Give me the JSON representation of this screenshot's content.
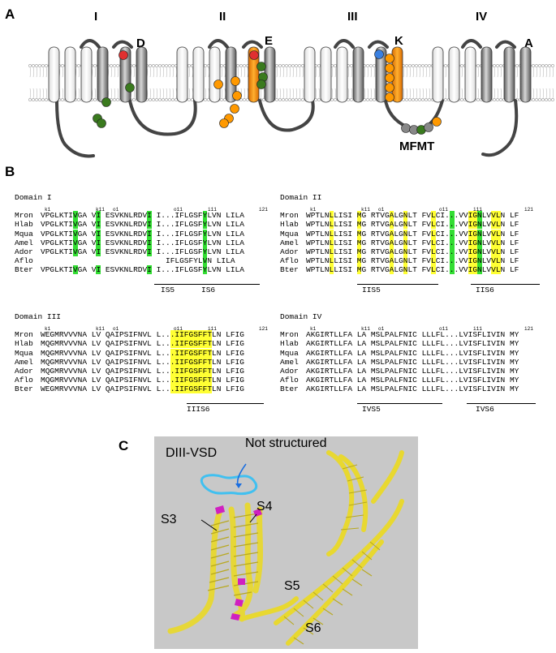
{
  "figure": {
    "panels": {
      "a": "A",
      "b": "B",
      "c": "C"
    }
  },
  "panel_a": {
    "domains": [
      "I",
      "II",
      "III",
      "IV"
    ],
    "pore_letters": [
      "D",
      "E",
      "K",
      "A"
    ],
    "motif": "MFMT",
    "colors": {
      "green": "#3a7a1e",
      "orange": "#ff9900",
      "red": "#e03030",
      "blue": "#3a80e0",
      "helix_dark": "#8a8a8a",
      "helix_light": "#f4f4f4"
    }
  },
  "panel_b": {
    "blocks": [
      {
        "title": "Domain I",
        "positions": [
          "k1",
          "k11",
          "o1",
          "o11",
          "i11",
          "i21"
        ],
        "rows": [
          {
            "name": "Mron",
            "seq": "VPGLKTIVGA VI ESVKNLRDVI I...IFLGSFYLVN LILA"
          },
          {
            "name": "Hlab",
            "seq": "VPGLKTIVGA VI ESVKNLRDVI I...IFLGSFYLVN LILA"
          },
          {
            "name": "Mqua",
            "seq": "VPGLKTIVGA VI ESVKNLRDVI I...IFLGSFYLVN LILA"
          },
          {
            "name": "Amel",
            "seq": "VPGLKTIVGA VI ESVKNLRDVI I...IFLGSFYLVN LILA"
          },
          {
            "name": "Ador",
            "seq": "VPGLKTIVGA VI ESVKNLRDVI I...IFLGSFYLVN LILA"
          },
          {
            "name": "Aflo",
            "seq": "                           IFLGSFYLVN LILA"
          },
          {
            "name": "Bter",
            "seq": "VPGLKTIVGA VI ESVKNLRDVI I...IFLGSFYLVN LILA"
          }
        ],
        "segments": [
          "IS5",
          "IS6"
        ]
      },
      {
        "title": "Domain II",
        "positions": [
          "k1",
          "k11",
          "o1",
          "o11",
          "i11",
          "i21"
        ],
        "rows": [
          {
            "name": "Mron",
            "seq": "WPTLNLLISI MG RTVGALGNLT FVLCI...VVIGNLVVLN LF"
          },
          {
            "name": "Hlab",
            "seq": "WPTLNLLISI MG RTVGALGNLT FVLCI...VVIGNLVVLN LF"
          },
          {
            "name": "Mqua",
            "seq": "WPTLNLLISI MG RTVGALGNLT FVLCI...VVIGNLVVLN LF"
          },
          {
            "name": "Amel",
            "seq": "WPTLNLLISI MG RTVGALGNLT FVLCI...VVIGNLVVLN LF"
          },
          {
            "name": "Ador",
            "seq": "WPTLNLLISI MG RTVGALGNLT FVLCI...VVIGNLVVLN LF"
          },
          {
            "name": "Aflo",
            "seq": "WPTLNLLISI MG RTVGALGNLT FVLCI...VVIGNLVVLN LF"
          },
          {
            "name": "Bter",
            "seq": "WPTLNLLISI MG RTVGALGNLT FVLCI...VVIGNLVVLN LF"
          }
        ],
        "segments": [
          "IIS5",
          "IIS6"
        ]
      },
      {
        "title": "Domain III",
        "positions": [
          "k1",
          "k11",
          "o1",
          "o11",
          "i11",
          "i21"
        ],
        "rows": [
          {
            "name": "Mron",
            "seq": "WEGMRVVVNA LV QAIPSIFNVL L...IIFGSFFTLN LFIG"
          },
          {
            "name": "Hlab",
            "seq": "MQGMRVVVNA LV QAIPSIFNVL L...IIFGSFFTLN LFIG"
          },
          {
            "name": "Mqua",
            "seq": "MQGMRVVVNA LV QAIPSIFNVL L...IIFGSFFTLN LFIG"
          },
          {
            "name": "Amel",
            "seq": "MQGMRVVVNA LV QAIPSIFNVL L...IIFGSFFTLN LFIG"
          },
          {
            "name": "Ador",
            "seq": "MQGMRVVVNA LV QAIPSIFNVL L...IIFGSFFTLN LFIG"
          },
          {
            "name": "Aflo",
            "seq": "MQGMRVVVNA LV QAIPSIFNVL L...IIFGSFFTLN LFIG"
          },
          {
            "name": "Bter",
            "seq": "WEGMRVVVNA LV QAIPSIFNVL L...IIFGSFFTLN LFIG"
          }
        ],
        "segments": [
          "IIIS6"
        ]
      },
      {
        "title": "Domain IV",
        "positions": [
          "k1",
          "k11",
          "o1",
          "o11",
          "i11",
          "i21"
        ],
        "rows": [
          {
            "name": "Mron",
            "seq": "AKGIRTLLFA LA MSLPALFNIC LLLFL...LVISFLIVIN MY"
          },
          {
            "name": "Hlab",
            "seq": "AKGIRTLLFA LA MSLPALFNIC LLLFL...LVISFLIVIN MY"
          },
          {
            "name": "Mqua",
            "seq": "AKGIRTLLFA LA MSLPALFNIC LLLFL...LVISFLIVIN MY"
          },
          {
            "name": "Amel",
            "seq": "AKGIRTLLFA LA MSLPALFNIC LLLFL...LVISFLIVIN MY"
          },
          {
            "name": "Ador",
            "seq": "AKGIRTLLFA LA MSLPALFNIC LLLFL...LVISFLIVIN MY"
          },
          {
            "name": "Aflo",
            "seq": "AKGIRTLLFA LA MSLPALFNIC LLLFL...LVISFLIVIN MY"
          },
          {
            "name": "Bter",
            "seq": "AKGIRTLLFA LA MSLPALFNIC LLLFL...LVISFLIVIN MY"
          }
        ],
        "segments": [
          "IVS5",
          "IVS6"
        ]
      }
    ],
    "highlight_colors": {
      "green": "#33dd33",
      "yellow": "#ffff33"
    }
  },
  "panel_c": {
    "labels": {
      "vsd": "DIII-VSD",
      "not_structured": "Not structured",
      "s3": "S3",
      "s4": "S4",
      "s5": "S5",
      "s6": "S6"
    },
    "colors": {
      "background": "#c8c8c8",
      "ribbon": "#f0e040",
      "loop": "#40c0f0",
      "highlight": "#d020c0"
    }
  }
}
